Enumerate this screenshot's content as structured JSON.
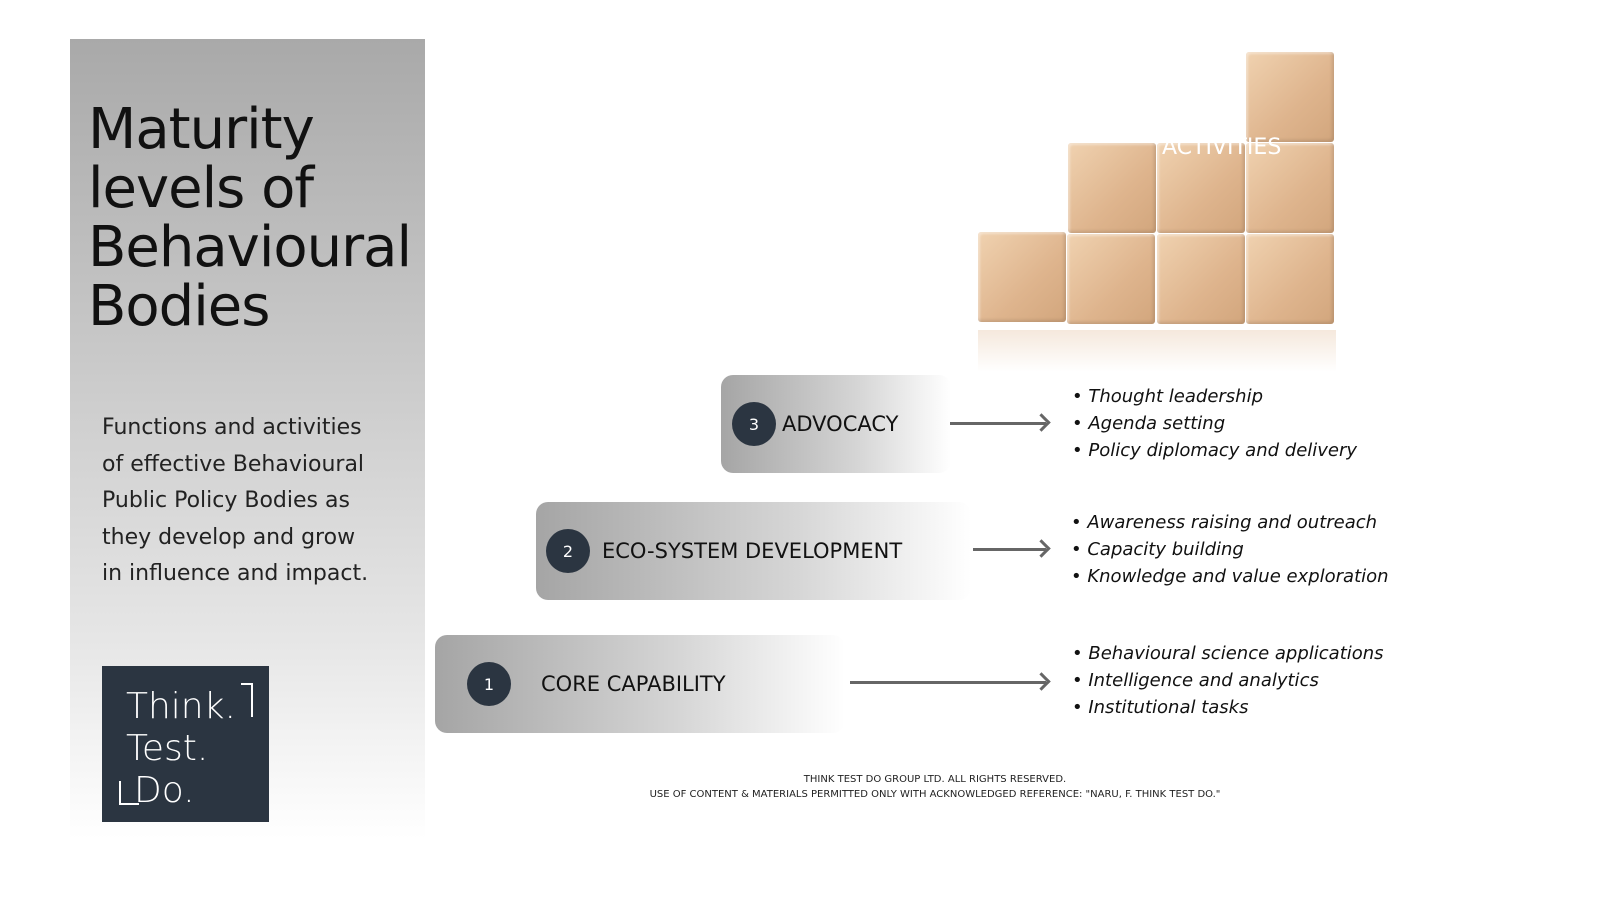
{
  "title": "Maturity levels of Behavioural Bodies",
  "title_lines": [
    "Maturity",
    "levels of",
    "Behavioural",
    "Bodies"
  ],
  "description_lines": [
    "Functions and activities",
    "of effective Behavioural",
    "Public Policy Bodies as",
    "they develop and grow",
    "in influence and impact."
  ],
  "logo": {
    "lines": [
      "Think.",
      "Test.",
      "Do."
    ]
  },
  "image_label": "ACTIVITIES",
  "levels": [
    {
      "number": "3",
      "label": "ADVOCACY",
      "items": [
        "Thought leadership",
        "Agenda setting",
        "Policy diplomacy and delivery"
      ]
    },
    {
      "number": "2",
      "label": "ECO-SYSTEM DEVELOPMENT",
      "items": [
        "Awareness raising and outreach",
        "Capacity building",
        "Knowledge and value exploration"
      ]
    },
    {
      "number": "1",
      "label": "CORE CAPABILITY",
      "items": [
        "Behavioural science applications",
        "Intelligence and analytics",
        "Institutional tasks"
      ]
    }
  ],
  "footer": [
    "THINK TEST DO GROUP LTD. ALL RIGHTS RESERVED.",
    "USE OF CONTENT & MATERIALS PERMITTED ONLY WITH ACKNOWLEDGED REFERENCE: \"NARU, F. THINK TEST DO.\""
  ]
}
